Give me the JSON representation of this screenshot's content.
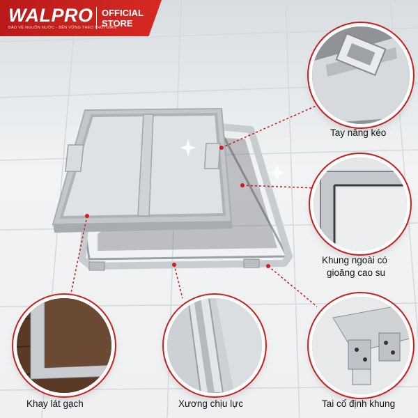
{
  "brand": {
    "name": "WALPRO",
    "tagline": "BẢO VỆ NGUỒN NƯỚC - BỀN VỮNG THEO THỜI GIAN",
    "store_line1": "OFFICIAL",
    "store_line2": "STORE",
    "color": "#c8201e"
  },
  "features": {
    "lift_handle": "Tay nâng kéo",
    "outer_frame_line1": "Khung ngoài có",
    "outer_frame_line2": "gioăng cao su",
    "fixing_ear": "Tai cố định khung",
    "load_rib": "Xương chịu lực",
    "tile_tray": "Khay lát gạch"
  },
  "colors": {
    "accent": "#c8201e",
    "steel": "#b9bec3",
    "floor": "#eef0f1"
  }
}
